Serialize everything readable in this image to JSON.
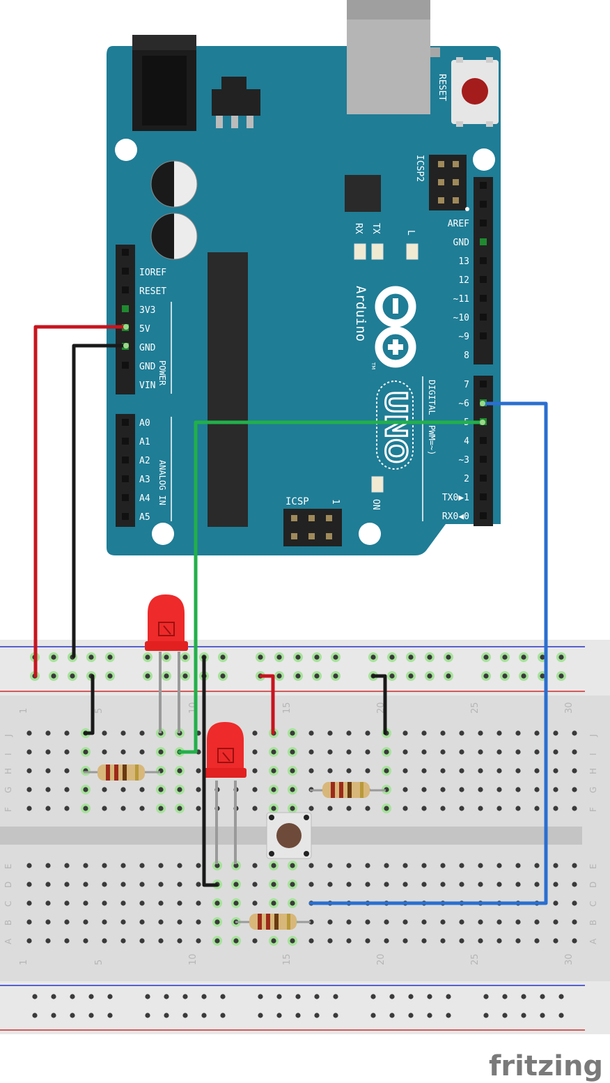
{
  "arduino": {
    "reset_label": "RESET",
    "icsp2_label": "ICSP2",
    "icsp_label": "ICSP",
    "icsp_pin1": "1",
    "tx_label": "TX",
    "rx_label": "RX",
    "l_label": "L",
    "on_label": "ON",
    "brand": "Arduino",
    "tm": "TM",
    "model": "UNO",
    "power_label": "POWER",
    "analog_label": "ANALOG IN",
    "digital_label": "DIGITAL (PWM=~)",
    "power_pins": [
      "IOREF",
      "RESET",
      "3V3",
      "5V",
      "GND",
      "GND",
      "VIN"
    ],
    "analog_pins": [
      "A0",
      "A1",
      "A2",
      "A3",
      "A4",
      "A5"
    ],
    "digital_top_pins": [
      "AREF",
      "GND",
      "13",
      "12",
      "~11",
      "~10",
      "~9",
      "8"
    ],
    "digital_bottom_pins": [
      "7",
      "~6",
      "~5",
      "4",
      "~3",
      "2",
      "TX0▶1",
      "RX0◀0"
    ],
    "board_color": "#1f7d96"
  },
  "breadboard": {
    "column_numbers": [
      "1",
      "5",
      "10",
      "15",
      "20",
      "25",
      "30"
    ],
    "top_rows": [
      "J",
      "I",
      "H",
      "G",
      "F"
    ],
    "bottom_rows": [
      "E",
      "D",
      "C",
      "B",
      "A"
    ]
  },
  "wires": {
    "red": "#c8141e",
    "black": "#1a1a1a",
    "green": "#22b04a",
    "blue": "#2a6fd0"
  },
  "logo": "fritzing"
}
